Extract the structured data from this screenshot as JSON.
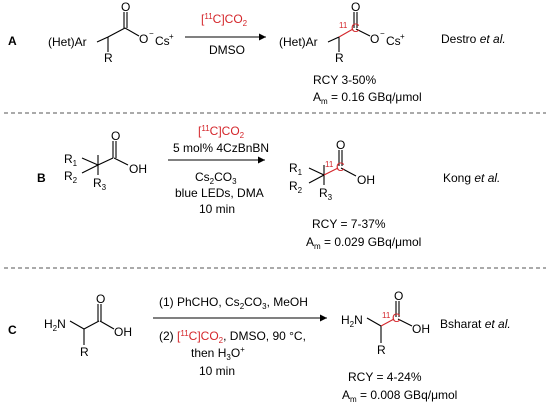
{
  "panels": [
    {
      "letter": "A",
      "reactant": {
        "aryl": "(Het)Ar",
        "r": "R",
        "o": "O",
        "o_minus": "O",
        "charge": "−",
        "cs": "Cs",
        "cs_charge": "+"
      },
      "reagent_top": {
        "bracket_open": "[",
        "mass": "11",
        "bracket_close": "C]CO",
        "sub": "2"
      },
      "reagent_bottom": "DMSO",
      "product": {
        "aryl": "(Het)Ar",
        "r": "R",
        "label11": "11",
        "c": "C",
        "o": "O",
        "o_minus": "O",
        "charge": "−",
        "cs": "Cs",
        "cs_charge": "+"
      },
      "rcy": "RCY 3-50%",
      "am": {
        "a": "A",
        "sub": "m",
        "rest": " = 0.16 GBq/μmol"
      },
      "author": {
        "name": "Destro ",
        "etal": "et al."
      }
    },
    {
      "letter": "B",
      "reactant": {
        "r1": "R",
        "r1s": "1",
        "r2": "R",
        "r2s": "2",
        "r3": "R",
        "r3s": "3",
        "o": "O",
        "oh": "OH"
      },
      "reagent_top": {
        "bracket_open": "[",
        "mass": "11",
        "bracket_close": "C]CO",
        "sub": "2"
      },
      "reagent_line2": "5 mol% 4CzBnBN",
      "reagent_line3": {
        "main": "Cs",
        "s1": "2",
        "mid": "CO",
        "s2": "3"
      },
      "reagent_line4": "blue LEDs, DMA",
      "reagent_line5": "10 min",
      "product": {
        "r1": "R",
        "r1s": "1",
        "r2": "R",
        "r2s": "2",
        "r3": "R",
        "r3s": "3",
        "label11": "11",
        "c": "C",
        "o": "O",
        "oh": "OH"
      },
      "rcy": "RCY = 7-37%",
      "am": {
        "a": "A",
        "sub": "m",
        "rest": " = 0.029 GBq/μmol"
      },
      "author": {
        "name": "Kong ",
        "etal": "et al."
      }
    },
    {
      "letter": "C",
      "reactant": {
        "h2n": "H",
        "h2n_sub": "2",
        "n": "N",
        "r": "R",
        "o": "O",
        "oh": "OH"
      },
      "step1": {
        "pre": "(1) PhCHO, Cs",
        "s1": "2",
        "mid": "CO",
        "s2": "3",
        "post": ", MeOH"
      },
      "step2": {
        "pre": "(2) ",
        "bracket_open": "[",
        "mass": "11",
        "bracket_close": "C]CO",
        "sub": "2",
        "post": ", DMSO, 90 °C,"
      },
      "step2b": {
        "pre": "then H",
        "sub": "3",
        "post": "O",
        "sup": "+"
      },
      "time": "10 min",
      "product": {
        "h2n": "H",
        "h2n_sub": "2",
        "n": "N",
        "r": "R",
        "label11": "11",
        "c": "C",
        "o": "O",
        "oh": "OH"
      },
      "rcy": "RCY = 4-24%",
      "am": {
        "a": "A",
        "sub": "m",
        "rest": " = 0.008 GBq/μmol"
      },
      "author": {
        "name": "Bsharat ",
        "etal": "et al."
      }
    }
  ]
}
